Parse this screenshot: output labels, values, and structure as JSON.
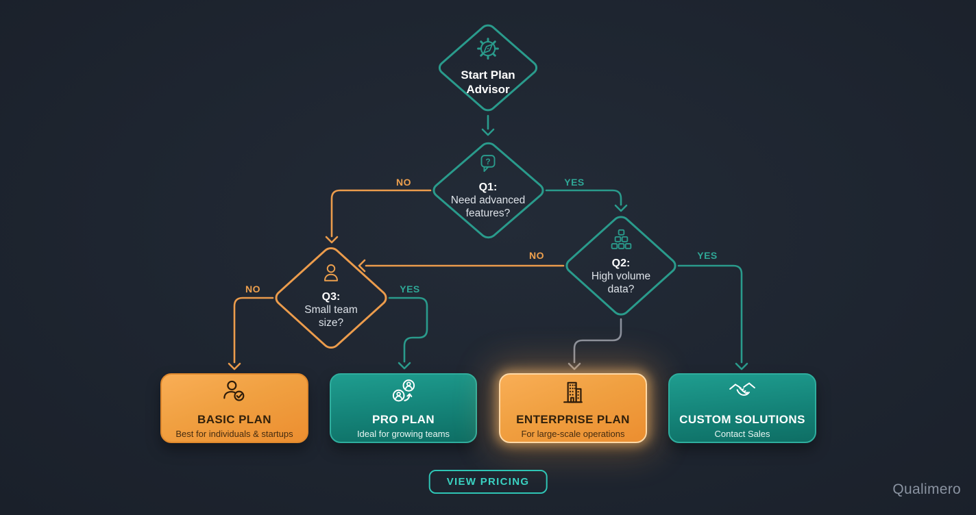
{
  "brand": "Qualimero",
  "colors": {
    "background": "#1e242e",
    "teal_line": "#2a9b8c",
    "orange_line": "#ec9c4c",
    "gray_line": "#8b919d",
    "button_teal": "#3ad2c2",
    "highlight_glow": "#ffbe6e"
  },
  "nodes": {
    "start": {
      "label": "Start Plan Advisor",
      "icon": "gear-compass-icon"
    },
    "q1": {
      "id": "Q1:",
      "question": "Need advanced features?",
      "icon": "question-bubble-icon",
      "icon_glyph": "?"
    },
    "q2": {
      "id": "Q2:",
      "question": "High volume data?",
      "icon": "hierarchy-icon"
    },
    "q3": {
      "id": "Q3:",
      "question": "Small team size?",
      "icon": "person-icon"
    }
  },
  "edges": {
    "q1_no": {
      "label": "NO"
    },
    "q1_yes": {
      "label": "YES"
    },
    "q2_no": {
      "label": "NO"
    },
    "q2_yes": {
      "label": "YES"
    },
    "q3_no": {
      "label": "NO"
    },
    "q3_yes": {
      "label": "YES"
    }
  },
  "plans": [
    {
      "title": "BASIC PLAN",
      "subtitle": "Best for individuals & startups",
      "icon": "user-check-icon",
      "theme": "orange",
      "highlighted": false
    },
    {
      "title": "PRO PLAN",
      "subtitle": "Ideal for growing teams",
      "icon": "users-growth-icon",
      "theme": "teal",
      "highlighted": false
    },
    {
      "title": "ENTERPRISE PLAN",
      "subtitle": "For large-scale operations",
      "icon": "building-icon",
      "theme": "orange",
      "highlighted": true
    },
    {
      "title": "CUSTOM SOLUTIONS",
      "subtitle": "Contact Sales",
      "icon": "handshake-icon",
      "theme": "teal",
      "highlighted": false
    }
  ],
  "footer": {
    "pricing_button": "VIEW PRICING"
  }
}
